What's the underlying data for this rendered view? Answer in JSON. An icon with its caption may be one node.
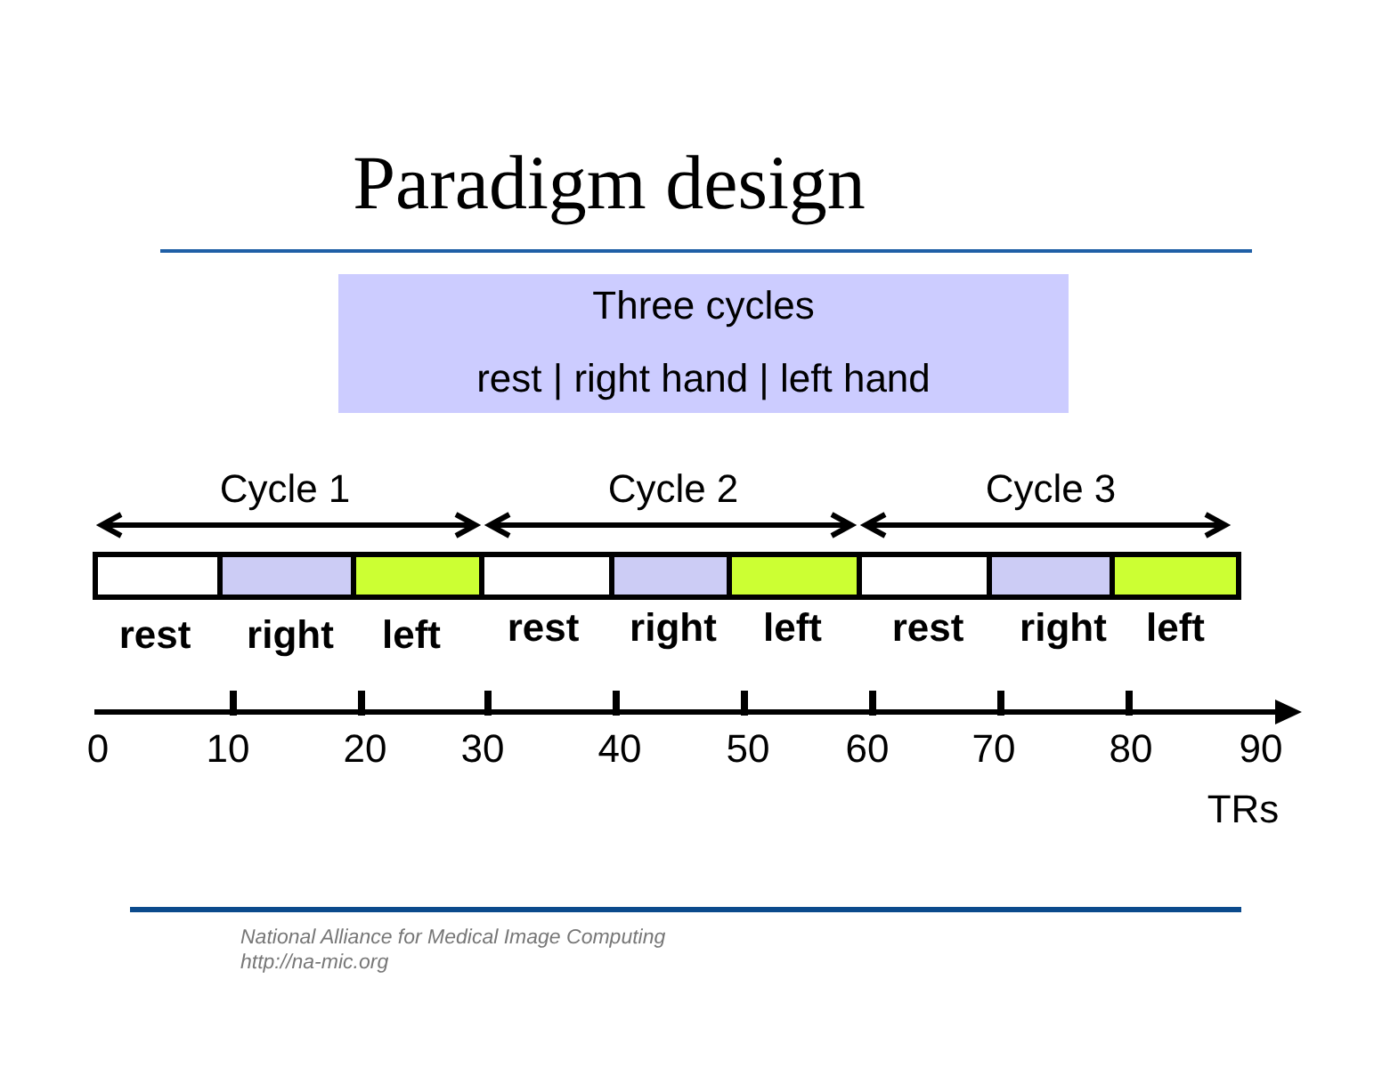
{
  "diagram": {
    "title": "Paradigm design",
    "nodes": [
      {
        "text": [
          "Three cycles",
          "rest | right hand | left hand"
        ]
      },
      {
        "text": [
          "rest"
        ]
      },
      {
        "text": [
          "right"
        ]
      },
      {
        "text": [
          "left"
        ]
      },
      {
        "text": [
          "rest"
        ]
      },
      {
        "text": [
          "right"
        ]
      },
      {
        "text": [
          "left"
        ]
      },
      {
        "text": [
          "rest"
        ]
      },
      {
        "text": [
          "right"
        ]
      },
      {
        "text": [
          "left"
        ]
      }
    ],
    "labels": [
      "Cycle 1",
      "Cycle 2",
      "Cycle 3",
      "0",
      "10",
      "20",
      "30",
      "40",
      "50",
      "60",
      "70",
      "80",
      "90",
      "TRs",
      "National Alliance for Medical Image Computing",
      "http://na-mic.org"
    ]
  }
}
